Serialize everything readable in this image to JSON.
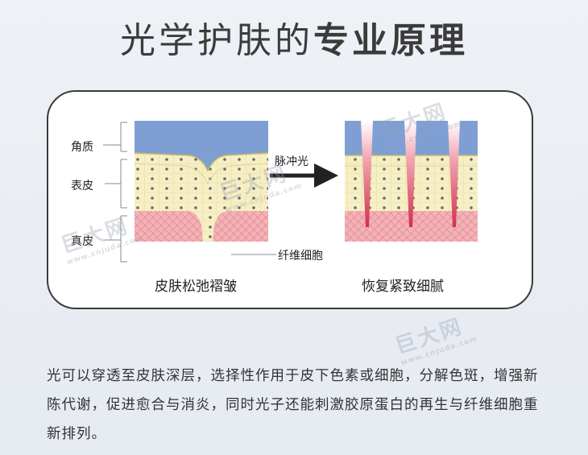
{
  "title": {
    "light": "光学护肤的",
    "bold": "专业原理"
  },
  "diagram": {
    "layers": [
      "角质",
      "表皮",
      "真皮"
    ],
    "arrow_label": "脉冲光",
    "fiber_label": "纤维细胞",
    "before_caption": "皮肤松弛褶皱",
    "after_caption": "恢复紧致细腻"
  },
  "paragraph": "光可以穿透至皮肤深层，选择性作用于皮下色素或细胞，分解色斑，增强新陈代谢，促进愈合与消炎，同时光子还能刺激胶原蛋白的再生与纤维细胞重新排列。",
  "watermark": {
    "brand": "巨大网",
    "url": "www.cnjuda.com"
  },
  "colors": {
    "stratum": "#7f9fd4",
    "epidermis": "#f6efc4",
    "dermis": "#f2b3b8",
    "laser": "#d0304a"
  }
}
